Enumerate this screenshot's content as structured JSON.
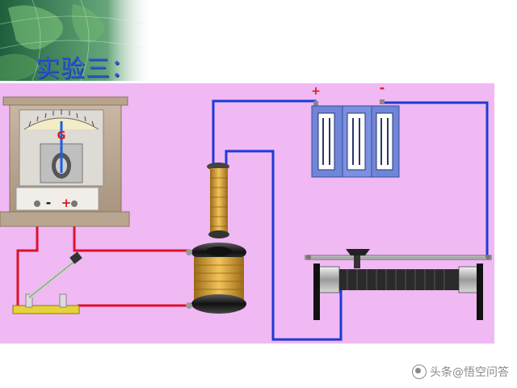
{
  "title": "实验三：",
  "galvanometer": {
    "symbol": "G",
    "minus": "-",
    "plus": "+"
  },
  "battery": {
    "plus": "+",
    "minus": "-"
  },
  "watermark": "头条@悟空问答",
  "colors": {
    "panel": "#f0b9f4",
    "wire_blue": "#1d3ad6",
    "wire_red": "#e0102a",
    "battery_cell": "#6f86d8",
    "coil": "#d7a338",
    "title": "#2d5bd3"
  },
  "icons": [
    "globe-icon",
    "switch-icon",
    "rheostat-icon",
    "galvanometer-icon",
    "battery-icon",
    "coil-icon"
  ]
}
